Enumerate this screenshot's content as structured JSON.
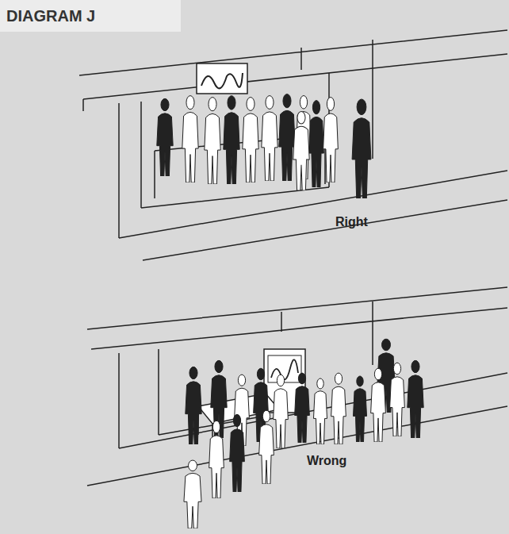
{
  "diagram": {
    "title": "DIAGRAM J",
    "labels": [
      "Right",
      "Wrong"
    ]
  }
}
